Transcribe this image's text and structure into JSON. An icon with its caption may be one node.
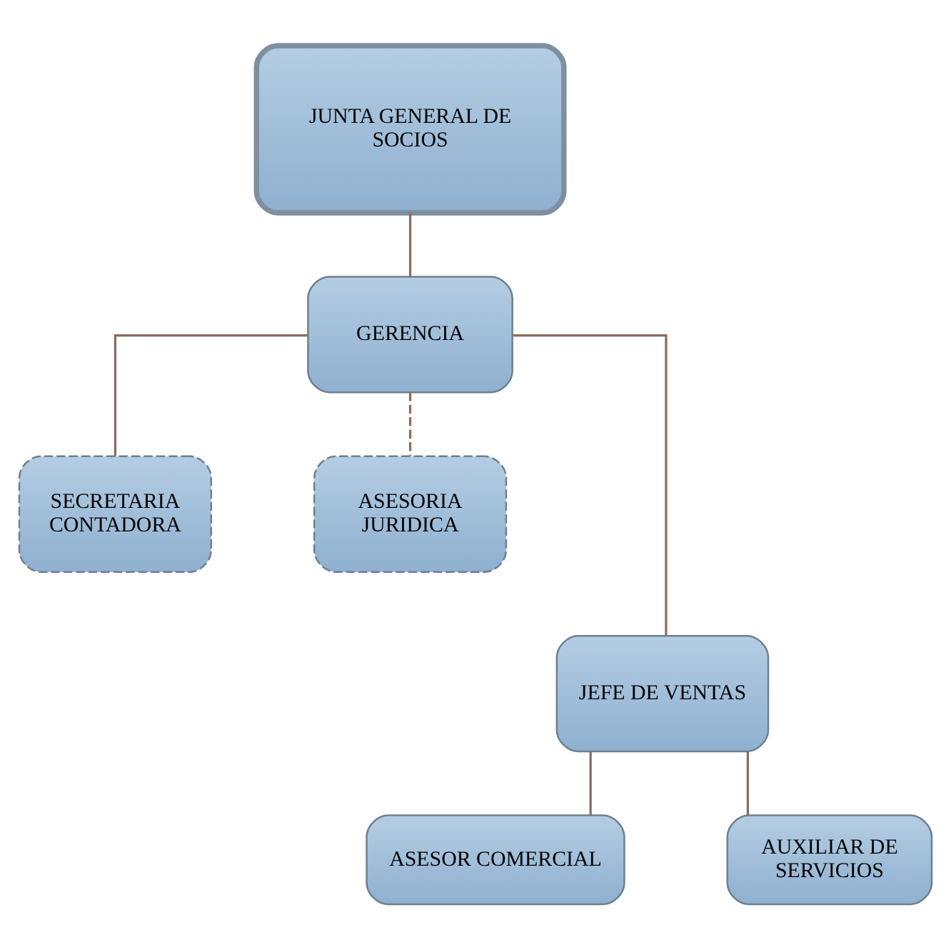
{
  "diagram": {
    "nodes": [
      {
        "text": [
          "JUNTA GENERAL DE SOCIOS"
        ]
      },
      {
        "text": [
          "GERENCIA"
        ]
      },
      {
        "text": [
          "SECRETARIA CONTADORA"
        ]
      },
      {
        "text": [
          "ASESORIA JURIDICA"
        ]
      },
      {
        "text": [
          "JEFE DE VENTAS"
        ]
      },
      {
        "text": [
          "ASESOR COMERCIAL"
        ]
      },
      {
        "text": [
          "AUXILIAR DE SERVICIOS"
        ]
      }
    ],
    "edges": [
      {
        "from": 0,
        "to": 1,
        "arrow": "none"
      },
      {
        "from": 1,
        "to": 2,
        "arrow": "none"
      },
      {
        "from": 1,
        "to": 3,
        "arrow": "none",
        "style": "dashed"
      },
      {
        "from": 1,
        "to": 4,
        "arrow": "none"
      },
      {
        "from": 4,
        "to": 5,
        "arrow": "none"
      },
      {
        "from": 4,
        "to": 6,
        "arrow": "none"
      }
    ]
  }
}
